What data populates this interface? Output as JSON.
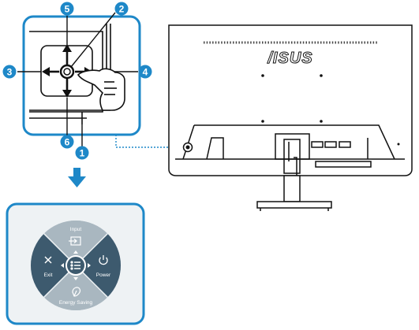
{
  "callouts": [
    {
      "number": "1",
      "color": "#1e88c8"
    },
    {
      "number": "2",
      "color": "#1e88c8"
    },
    {
      "number": "3",
      "color": "#1e88c8"
    },
    {
      "number": "4",
      "color": "#1e88c8"
    },
    {
      "number": "5",
      "color": "#1e88c8"
    },
    {
      "number": "6",
      "color": "#1e88c8"
    }
  ],
  "monitor": {
    "brand": "/ISUS"
  },
  "osd_menu": {
    "top": {
      "label": "Input",
      "icon": "input-icon"
    },
    "left": {
      "label": "Exit",
      "icon": "close-icon"
    },
    "right": {
      "label": "Power",
      "icon": "power-icon"
    },
    "bottom": {
      "label": "Energy Saving",
      "icon": "energy-saving-icon"
    },
    "center": {
      "icon": "menu-icon"
    }
  },
  "colors": {
    "accent": "#1e88c8",
    "osd_dark": "#3d5a6e",
    "osd_light": "#a9b7c0",
    "osd_bg": "#eef2f4"
  }
}
